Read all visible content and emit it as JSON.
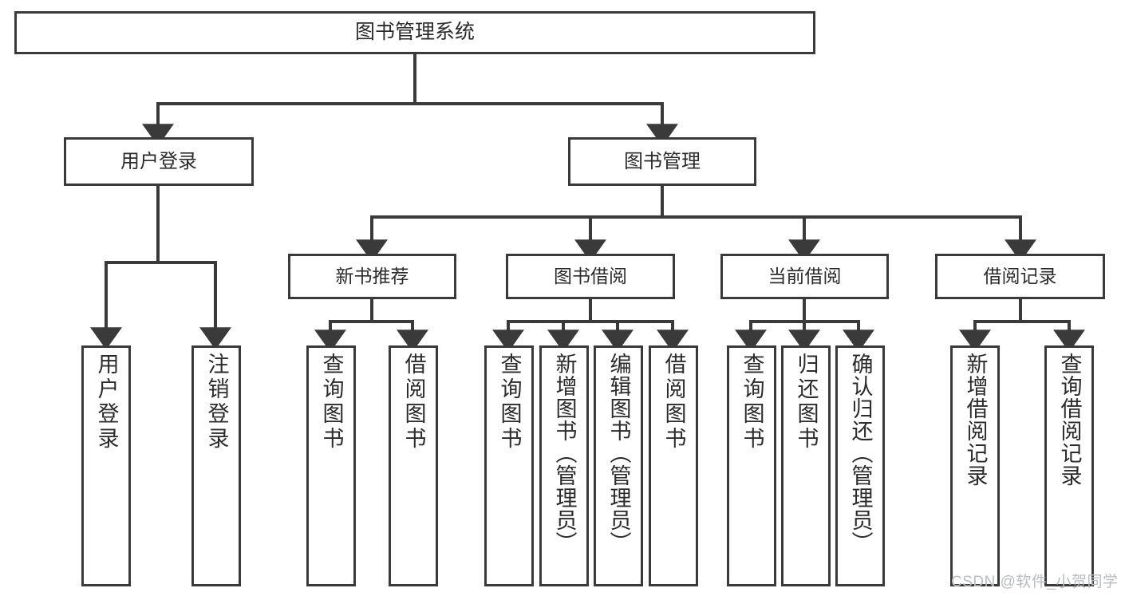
{
  "diagram": {
    "title": "图书管理系统",
    "type": "tree",
    "background_color": "#ffffff",
    "line_color": "#3a3a3a",
    "text_color": "#2b2b2b",
    "root": {
      "id": "root",
      "label": "图书管理系统",
      "level": 1
    },
    "level2": [
      {
        "id": "user-login",
        "label": "用户登录",
        "level": 2
      },
      {
        "id": "book-management",
        "label": "图书管理",
        "level": 2
      }
    ],
    "level3": [
      {
        "id": "new-book-recommend",
        "label": "新书推荐",
        "level": 3,
        "parent": "book-management"
      },
      {
        "id": "book-borrow",
        "label": "图书借阅",
        "level": 3,
        "parent": "book-management"
      },
      {
        "id": "current-borrow",
        "label": "当前借阅",
        "level": 3,
        "parent": "book-management"
      },
      {
        "id": "borrow-record",
        "label": "借阅记录",
        "level": 3,
        "parent": "book-management"
      }
    ],
    "leaves": [
      {
        "id": "leaf-user-login",
        "label": "用户登录",
        "parent": "user-login"
      },
      {
        "id": "leaf-user-logout",
        "label": "注销登录",
        "parent": "user-login"
      },
      {
        "id": "leaf-query-book-1",
        "label": "查询图书",
        "parent": "new-book-recommend"
      },
      {
        "id": "leaf-borrow-book-1",
        "label": "借阅图书",
        "parent": "new-book-recommend"
      },
      {
        "id": "leaf-query-book-2",
        "label": "查询图书",
        "parent": "book-borrow"
      },
      {
        "id": "leaf-add-book",
        "label": "新增图书（管理员）",
        "parent": "book-borrow"
      },
      {
        "id": "leaf-edit-book",
        "label": "编辑图书（管理员）",
        "parent": "book-borrow"
      },
      {
        "id": "leaf-borrow-book-2",
        "label": "借阅图书",
        "parent": "book-borrow"
      },
      {
        "id": "leaf-query-book-3",
        "label": "查询图书",
        "parent": "current-borrow"
      },
      {
        "id": "leaf-return-book",
        "label": "归还图书",
        "parent": "current-borrow"
      },
      {
        "id": "leaf-confirm-return",
        "label": "确认归还（管理员）",
        "parent": "current-borrow"
      },
      {
        "id": "leaf-add-record",
        "label": "新增借阅记录",
        "parent": "borrow-record"
      },
      {
        "id": "leaf-query-record",
        "label": "查询借阅记录",
        "parent": "borrow-record"
      }
    ]
  },
  "watermark": {
    "text": "CSDN @软件_小贺同学"
  }
}
